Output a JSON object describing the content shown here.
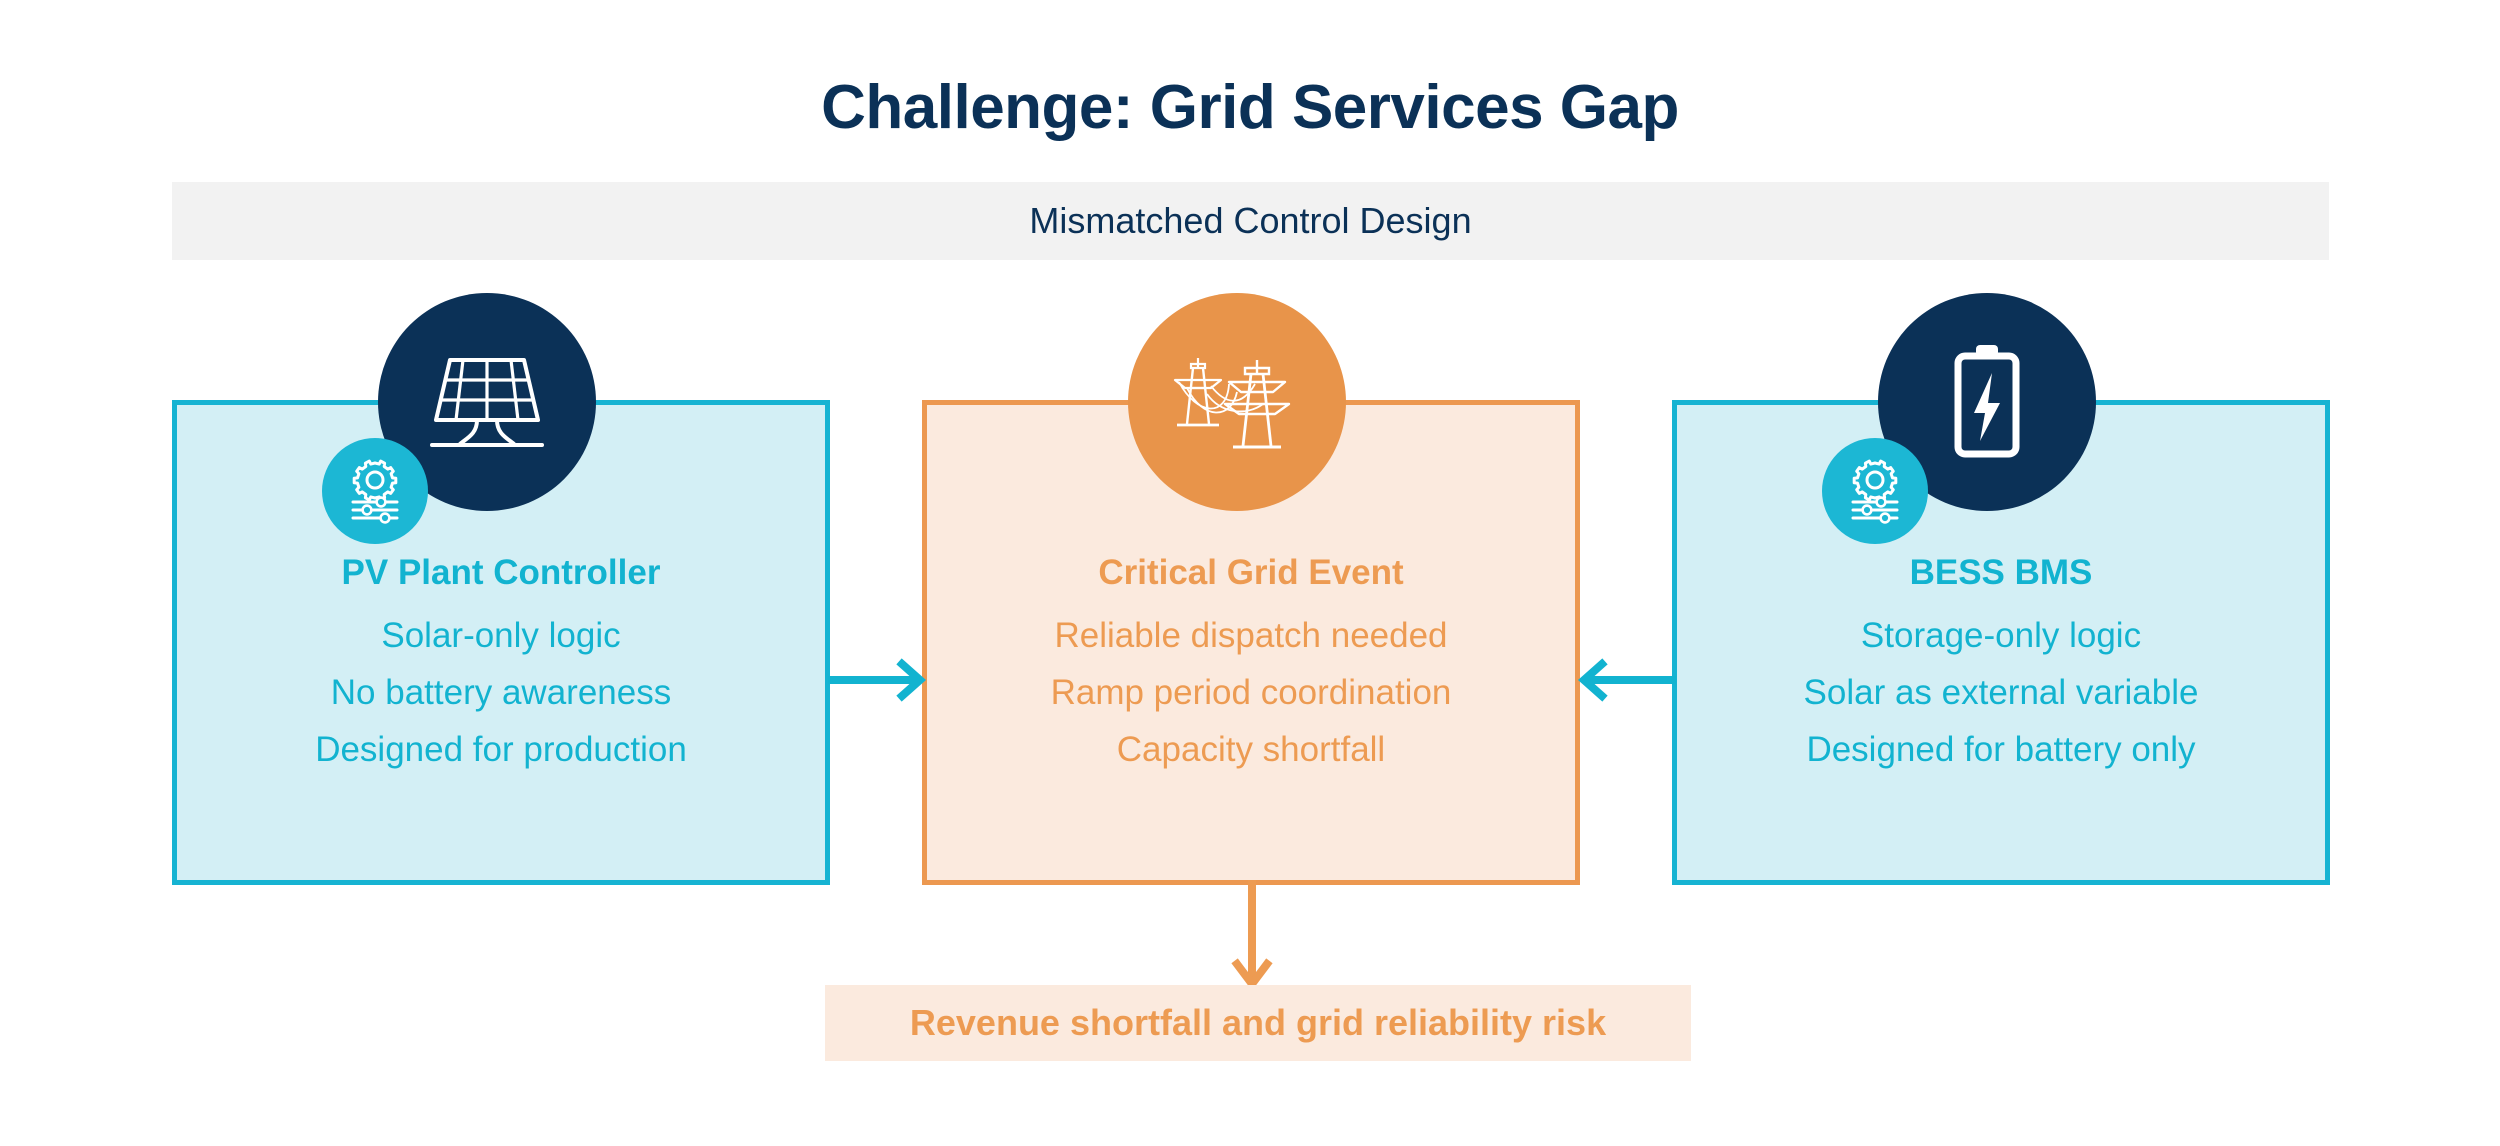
{
  "page": {
    "title": "Challenge: Grid Services Gap",
    "subtitle": "Mismatched Control Design"
  },
  "colors": {
    "navy": "#0b3157",
    "teal": "#12b3d0",
    "teal_badge": "#1cb7d4",
    "teal_panel_fill": "#d3eff5",
    "orange": "#ed9b52",
    "orange_circle": "#e8944a",
    "orange_panel_fill": "#fbeade",
    "band_gray": "#f2f2f2"
  },
  "panels": {
    "left": {
      "heading": "PV Plant Controller",
      "lines": [
        "Solar-only logic",
        "No battery awareness",
        "Designed for production"
      ],
      "main_icon": "solar-panel-icon",
      "badge_icon": "gear-sliders-icon"
    },
    "center": {
      "heading": "Critical Grid Event",
      "lines": [
        "Reliable dispatch needed",
        "Ramp period coordination",
        "Capacity shortfall"
      ],
      "main_icon": "transmission-tower-icon"
    },
    "right": {
      "heading": "BESS BMS",
      "lines": [
        "Storage-only logic",
        "Solar as external variable",
        "Designed for battery only"
      ],
      "main_icon": "battery-bolt-icon",
      "badge_icon": "gear-sliders-icon"
    }
  },
  "connectors": {
    "left_to_center": "arrow-right-icon",
    "right_to_center": "arrow-left-icon",
    "center_to_banner": "arrow-down-icon"
  },
  "banner": {
    "text": "Revenue shortfall and grid reliability risk"
  }
}
